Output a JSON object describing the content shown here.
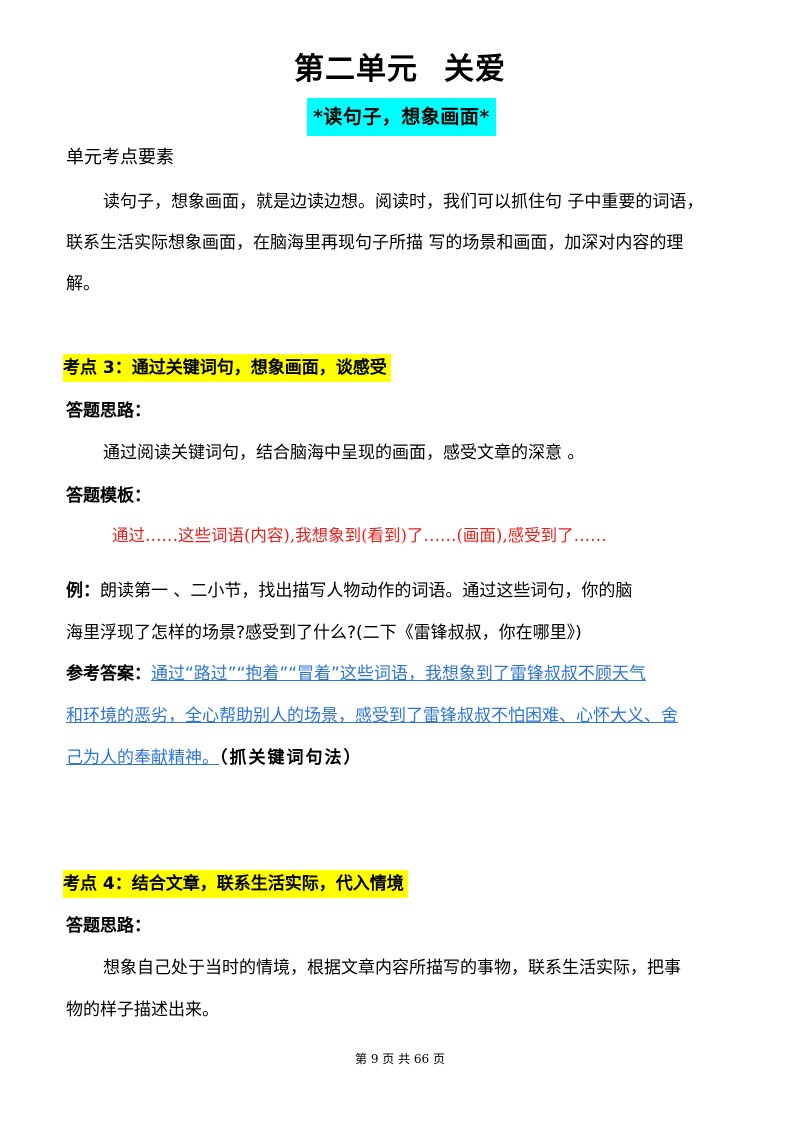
{
  "title": {
    "part1": "第二单元",
    "part2": "关爱"
  },
  "subtitle": "*读句子，想象画面*",
  "unit_points": {
    "heading": "单元考点要素",
    "lines": [
      "读句子，想象画面，就是边读边想。阅读时，我们可以抓住句 子中重要的词语，",
      "联系生活实际想象画面，在脑海里再现句子所描 写的场景和画面，加深对内容的理",
      "解。"
    ]
  },
  "point3": {
    "heading": "考点 3：通过关键词句，想象画面，谈感受",
    "thinking_label": "答题思路：",
    "thinking_text": "通过阅读关键词句，结合脑海中呈现的画面，感受文章的深意 。",
    "template_label": "答题模板：",
    "template_text": "通过……这些词语(内容),我想象到(看到)了……(画面),感受到了……",
    "example_label": "例：",
    "example_line1": "朗读第一 、二小节，找出描写人物动作的词语。通过这些词句，你的脑",
    "example_line2": "海里浮现了怎样的场景?感受到了什么?(二下《雷锋叔叔，你在哪里》)",
    "answer_label": "参考答案：",
    "answer_line1": "通过“路过”“抱着”“冒着”这些词语，我想象到了雷锋叔叔不顾天气",
    "answer_line2": "和环境的恶劣，全心帮助别人的场景，感受到了雷锋叔叔不怕困难、心怀大义、舍",
    "answer_line3": "己为人的奉献精神。",
    "method": "（抓关键词句法）"
  },
  "point4": {
    "heading": "考点 4：结合文章，联系生活实际，代入情境",
    "thinking_label": "答题思路：",
    "thinking_line1": "想象自己处于当时的情境，根据文章内容所描写的事物，联系生活实际，把事",
    "thinking_line2": "物的样子描述出来。"
  },
  "footer": "第 9 页 共 66 页",
  "colors": {
    "subtitle_bg": "#00ffff",
    "highlight": "#ffff00",
    "template_red": "#e8201c",
    "answer_blue": "#2e75d6"
  }
}
